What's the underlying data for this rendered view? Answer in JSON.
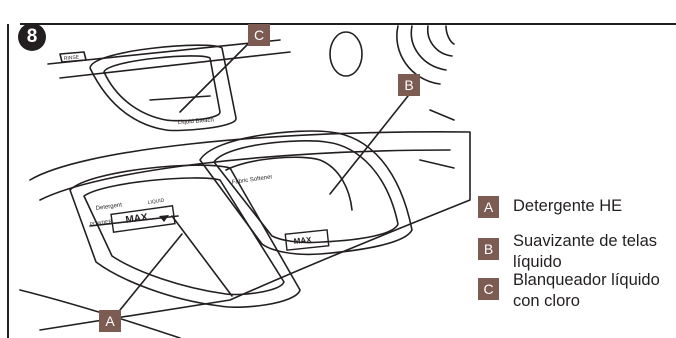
{
  "step_number": "8",
  "legend": [
    {
      "letter": "A",
      "text": "Detergente HE"
    },
    {
      "letter": "B",
      "text": "Suavizante de telas líquido"
    },
    {
      "letter": "C",
      "text": "Blanqueador líquido con cloro"
    }
  ],
  "callouts": {
    "a": "A",
    "b": "B",
    "c": "C"
  },
  "dispenser_labels": {
    "liquid_bleach": "Liquid Bleach",
    "fabric_softener": "Fabric Softener",
    "detergent": "Detergent",
    "powder": "POWDER",
    "liquid": "LIQUID",
    "max": "MAX",
    "max_softener": "MAX",
    "top_tab": "RINSE"
  },
  "colors": {
    "badge": "#7b5b52",
    "line": "#231f20"
  }
}
